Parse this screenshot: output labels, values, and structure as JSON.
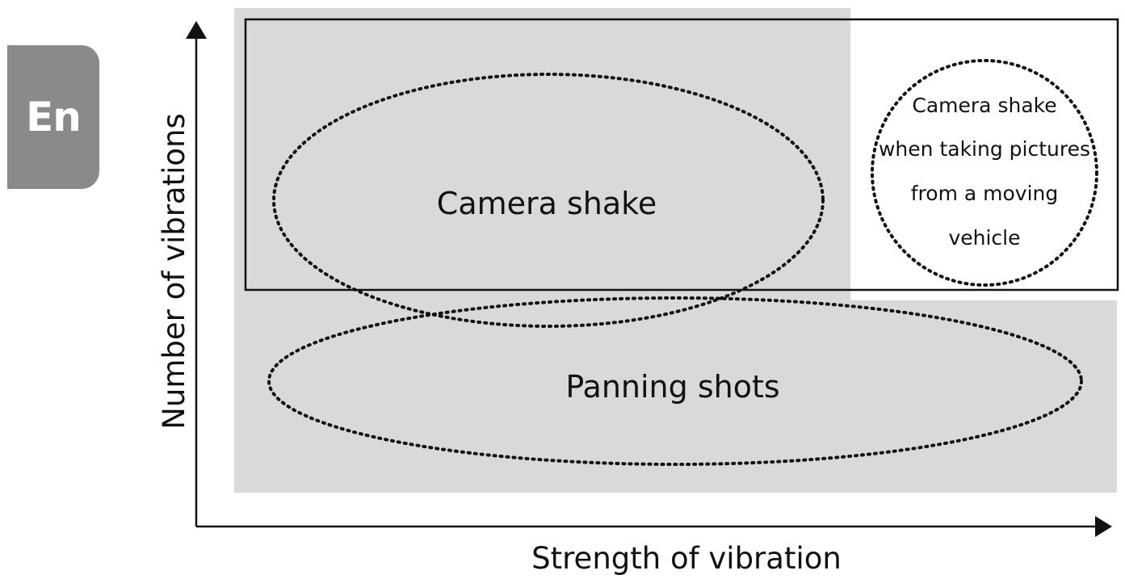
{
  "language_tab": {
    "label": "En"
  },
  "axes": {
    "x_label": "Strength of vibration",
    "y_label": "Number of vibrations"
  },
  "regions": {
    "camera_shake": "Camera shake",
    "panning_shots": "Panning shots",
    "moving_vehicle_lines": [
      "Camera shake",
      "when taking pictures",
      "from a moving",
      "vehicle"
    ]
  },
  "colors": {
    "region_fill": "#d9d9d9",
    "line": "#111111",
    "tab_fill": "#8a8a8a"
  }
}
